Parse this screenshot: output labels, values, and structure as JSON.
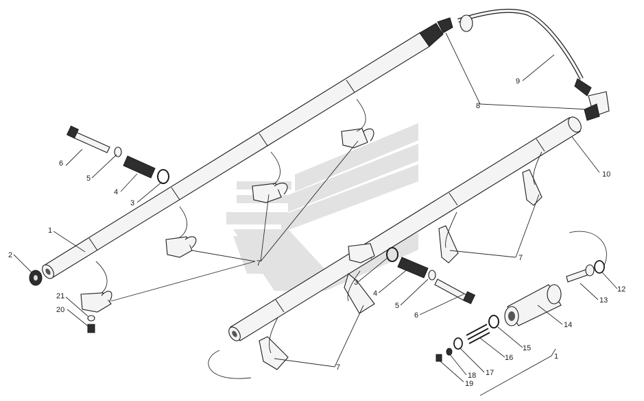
{
  "diagram": {
    "watermark": "logo",
    "callouts": {
      "c1a": "1",
      "c1b": "1",
      "c2": "2",
      "c3a": "3",
      "c3b": "3",
      "c4a": "4",
      "c4b": "4",
      "c5a": "5",
      "c5b": "5",
      "c6a": "6",
      "c6b": "6",
      "c7a": "7",
      "c7b": "7",
      "c7c": "7",
      "c8": "8",
      "c9": "9",
      "c10": "10",
      "c12": "12",
      "c13": "13",
      "c14": "14",
      "c15": "15",
      "c16": "16",
      "c17": "17",
      "c18": "18",
      "c19": "19",
      "c20": "20",
      "c21": "21"
    }
  }
}
